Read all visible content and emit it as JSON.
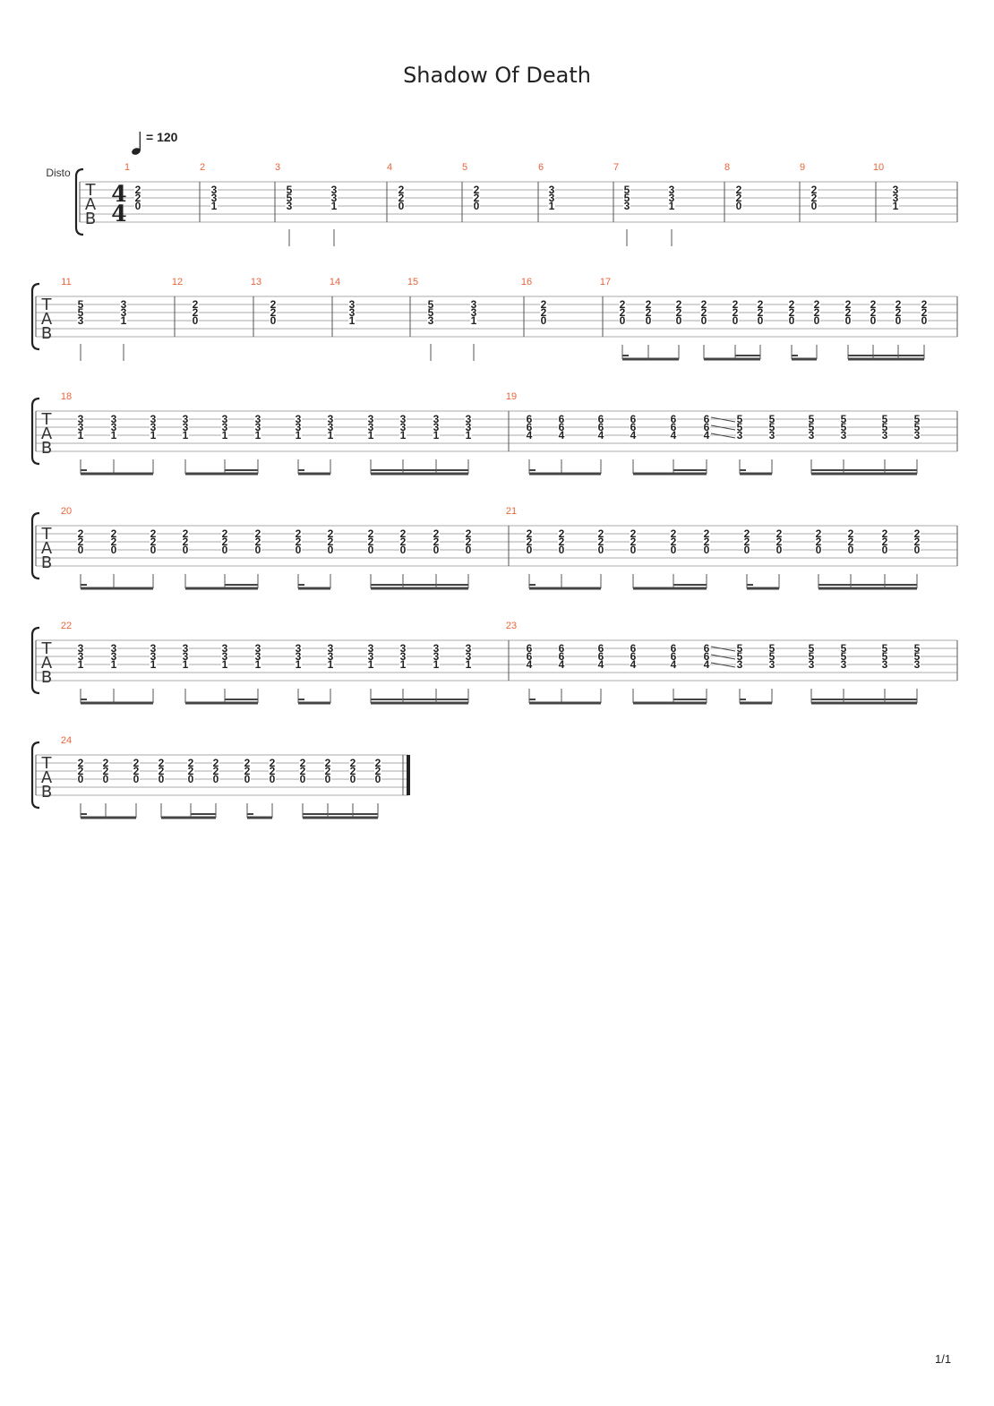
{
  "song": {
    "title": "Shadow Of Death"
  },
  "tempo": {
    "bpm_text": "= 120",
    "bpm": 120
  },
  "track": {
    "instrument_label": "Disto",
    "clef": [
      "T",
      "A",
      "B"
    ],
    "time_signature": [
      "4",
      "4"
    ]
  },
  "page": {
    "number": "1/1"
  },
  "systems": [
    {
      "measures": [
        {
          "number": "1",
          "notes": [
            [
              "2",
              "2",
              "0"
            ]
          ]
        },
        {
          "number": "2",
          "notes": [
            [
              "3",
              "3",
              "1"
            ]
          ]
        },
        {
          "number": "3",
          "notes": [
            [
              "5",
              "5",
              "3"
            ],
            [
              "3",
              "3",
              "1"
            ]
          ]
        },
        {
          "number": "4",
          "notes": [
            [
              "2",
              "2",
              "0"
            ]
          ]
        },
        {
          "number": "5",
          "notes": [
            [
              "2",
              "2",
              "0"
            ]
          ]
        },
        {
          "number": "6",
          "notes": [
            [
              "3",
              "3",
              "1"
            ]
          ]
        },
        {
          "number": "7",
          "notes": [
            [
              "5",
              "5",
              "3"
            ],
            [
              "3",
              "3",
              "1"
            ]
          ]
        },
        {
          "number": "8",
          "notes": [
            [
              "2",
              "2",
              "0"
            ]
          ]
        },
        {
          "number": "9",
          "notes": [
            [
              "2",
              "2",
              "0"
            ]
          ]
        },
        {
          "number": "10",
          "notes": [
            [
              "3",
              "3",
              "1"
            ]
          ]
        }
      ]
    },
    {
      "measures": [
        {
          "number": "11",
          "notes": [
            [
              "5",
              "5",
              "3"
            ],
            [
              "3",
              "3",
              "1"
            ]
          ]
        },
        {
          "number": "12",
          "notes": [
            [
              "2",
              "2",
              "0"
            ]
          ]
        },
        {
          "number": "13",
          "notes": [
            [
              "2",
              "2",
              "0"
            ]
          ]
        },
        {
          "number": "14",
          "notes": [
            [
              "3",
              "3",
              "1"
            ]
          ]
        },
        {
          "number": "15",
          "notes": [
            [
              "5",
              "5",
              "3"
            ],
            [
              "3",
              "3",
              "1"
            ]
          ]
        },
        {
          "number": "16",
          "notes": [
            [
              "2",
              "2",
              "0"
            ]
          ]
        },
        {
          "number": "17",
          "notes": [
            [
              "2",
              "2",
              "0"
            ],
            [
              "2",
              "2",
              "0"
            ],
            [
              "2",
              "2",
              "0"
            ],
            [
              "2",
              "2",
              "0"
            ],
            [
              "2",
              "2",
              "0"
            ],
            [
              "2",
              "2",
              "0"
            ],
            [
              "2",
              "2",
              "0"
            ],
            [
              "2",
              "2",
              "0"
            ],
            [
              "2",
              "2",
              "0"
            ],
            [
              "2",
              "2",
              "0"
            ],
            [
              "2",
              "2",
              "0"
            ],
            [
              "2",
              "2",
              "0"
            ]
          ]
        }
      ]
    },
    {
      "measures": [
        {
          "number": "18",
          "notes": [
            [
              "3",
              "3",
              "1"
            ],
            [
              "3",
              "3",
              "1"
            ],
            [
              "3",
              "3",
              "1"
            ],
            [
              "3",
              "3",
              "1"
            ],
            [
              "3",
              "3",
              "1"
            ],
            [
              "3",
              "3",
              "1"
            ],
            [
              "3",
              "3",
              "1"
            ],
            [
              "3",
              "3",
              "1"
            ],
            [
              "3",
              "3",
              "1"
            ],
            [
              "3",
              "3",
              "1"
            ],
            [
              "3",
              "3",
              "1"
            ],
            [
              "3",
              "3",
              "1"
            ]
          ]
        },
        {
          "number": "19",
          "notes": [
            [
              "6",
              "6",
              "4"
            ],
            [
              "6",
              "6",
              "4"
            ],
            [
              "6",
              "6",
              "4"
            ],
            [
              "6",
              "6",
              "4"
            ],
            [
              "6",
              "6",
              "4"
            ],
            [
              "6",
              "6",
              "4"
            ],
            [
              "5",
              "5",
              "3"
            ],
            [
              "5",
              "5",
              "3"
            ],
            [
              "5",
              "5",
              "3"
            ],
            [
              "5",
              "5",
              "3"
            ],
            [
              "5",
              "5",
              "3"
            ],
            [
              "5",
              "5",
              "3"
            ]
          ]
        }
      ]
    },
    {
      "measures": [
        {
          "number": "20",
          "notes": [
            [
              "2",
              "2",
              "0"
            ],
            [
              "2",
              "2",
              "0"
            ],
            [
              "2",
              "2",
              "0"
            ],
            [
              "2",
              "2",
              "0"
            ],
            [
              "2",
              "2",
              "0"
            ],
            [
              "2",
              "2",
              "0"
            ],
            [
              "2",
              "2",
              "0"
            ],
            [
              "2",
              "2",
              "0"
            ],
            [
              "2",
              "2",
              "0"
            ],
            [
              "2",
              "2",
              "0"
            ],
            [
              "2",
              "2",
              "0"
            ],
            [
              "2",
              "2",
              "0"
            ]
          ]
        },
        {
          "number": "21",
          "notes": [
            [
              "2",
              "2",
              "0"
            ],
            [
              "2",
              "2",
              "0"
            ],
            [
              "2",
              "2",
              "0"
            ],
            [
              "2",
              "2",
              "0"
            ],
            [
              "2",
              "2",
              "0"
            ],
            [
              "2",
              "2",
              "0"
            ],
            [
              "2",
              "2",
              "0"
            ],
            [
              "2",
              "2",
              "0"
            ],
            [
              "2",
              "2",
              "0"
            ],
            [
              "2",
              "2",
              "0"
            ],
            [
              "2",
              "2",
              "0"
            ],
            [
              "2",
              "2",
              "0"
            ]
          ]
        }
      ]
    },
    {
      "measures": [
        {
          "number": "22",
          "notes": [
            [
              "3",
              "3",
              "1"
            ],
            [
              "3",
              "3",
              "1"
            ],
            [
              "3",
              "3",
              "1"
            ],
            [
              "3",
              "3",
              "1"
            ],
            [
              "3",
              "3",
              "1"
            ],
            [
              "3",
              "3",
              "1"
            ],
            [
              "3",
              "3",
              "1"
            ],
            [
              "3",
              "3",
              "1"
            ],
            [
              "3",
              "3",
              "1"
            ],
            [
              "3",
              "3",
              "1"
            ],
            [
              "3",
              "3",
              "1"
            ],
            [
              "3",
              "3",
              "1"
            ]
          ]
        },
        {
          "number": "23",
          "notes": [
            [
              "6",
              "6",
              "4"
            ],
            [
              "6",
              "6",
              "4"
            ],
            [
              "6",
              "6",
              "4"
            ],
            [
              "6",
              "6",
              "4"
            ],
            [
              "6",
              "6",
              "4"
            ],
            [
              "6",
              "6",
              "4"
            ],
            [
              "5",
              "5",
              "3"
            ],
            [
              "5",
              "5",
              "3"
            ],
            [
              "5",
              "5",
              "3"
            ],
            [
              "5",
              "5",
              "3"
            ],
            [
              "5",
              "5",
              "3"
            ],
            [
              "5",
              "5",
              "3"
            ]
          ]
        }
      ]
    },
    {
      "measures": [
        {
          "number": "24",
          "notes": [
            [
              "2",
              "2",
              "0"
            ],
            [
              "2",
              "2",
              "0"
            ],
            [
              "2",
              "2",
              "0"
            ],
            [
              "2",
              "2",
              "0"
            ],
            [
              "2",
              "2",
              "0"
            ],
            [
              "2",
              "2",
              "0"
            ],
            [
              "2",
              "2",
              "0"
            ],
            [
              "2",
              "2",
              "0"
            ],
            [
              "2",
              "2",
              "0"
            ],
            [
              "2",
              "2",
              "0"
            ],
            [
              "2",
              "2",
              "0"
            ],
            [
              "2",
              "2",
              "0"
            ]
          ]
        }
      ]
    }
  ]
}
